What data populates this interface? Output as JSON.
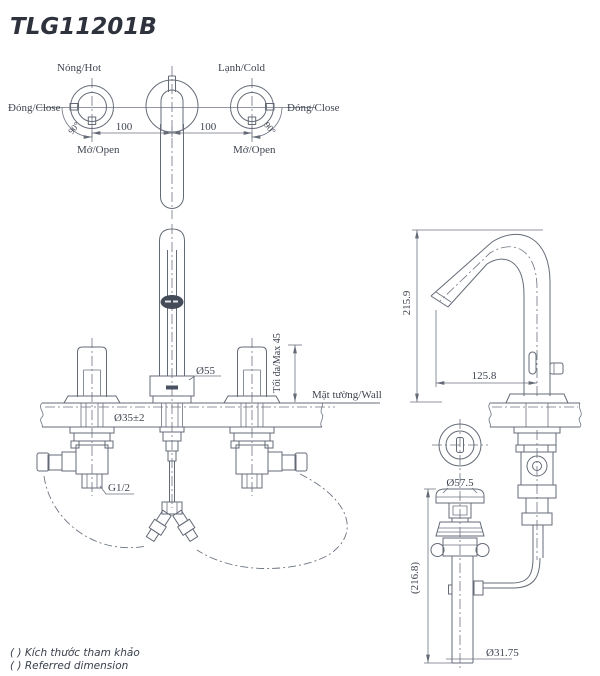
{
  "title": "TLG11201B",
  "colors": {
    "line": "#646b77",
    "text": "#3e4450",
    "title": "#2d323c",
    "logo_fill": "#454c59",
    "background": "#ffffff"
  },
  "top_view": {
    "hot": "Nóng/Hot",
    "cold": "Lạnh/Cold",
    "close_left": "Đóng/Close",
    "close_right": "Đóng/Close",
    "open_left": "Mở/Open",
    "open_right": "Mở/Open",
    "angle_left": "90°",
    "angle_right": "90°",
    "spacing_left": "100",
    "spacing_right": "100"
  },
  "front_view": {
    "spout_base_diameter": "Ø55",
    "mounting_hole_diameter": "Ø35±2",
    "max_deck_thickness": "Tối đa/Max 45",
    "wall_label": "Mặt tường/Wall",
    "supply_thread": "G1/2"
  },
  "side_view": {
    "total_height": "215.9",
    "spout_reach": "125.8"
  },
  "drain_view": {
    "flange_diameter": "Ø57.5",
    "drain_length": "(216.8)",
    "tailpiece_diameter": "Ø31.75"
  },
  "footnotes": {
    "line1": "( ) Kích thước tham khảo",
    "line2": "( ) Referred dimension"
  }
}
